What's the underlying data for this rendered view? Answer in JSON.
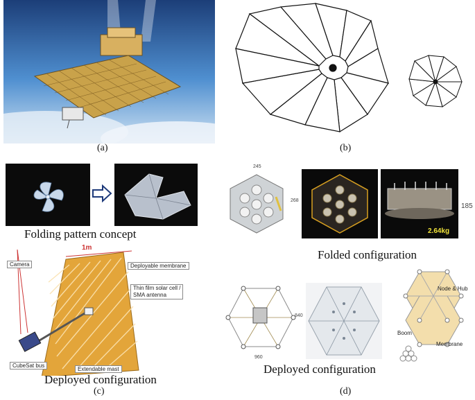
{
  "panel_a": {
    "label": "(a)"
  },
  "panel_b": {
    "label": "(b)"
  },
  "panel_c": {
    "label": "(c)",
    "concept_caption": "Folding pattern concept",
    "deployed_caption": "Deployed configuration",
    "size_label": "1m",
    "callouts": {
      "camera": "Camera",
      "deployable_membrane": "Deployable membrane",
      "thin_film": "Thin film solar cell /",
      "sma_antenna": "SMA antenna",
      "cubesat_bus": "CubeSat bus",
      "extendable_mast": "Extendable mast"
    }
  },
  "panel_d": {
    "label": "(d)",
    "folded_caption": "Folded configuration",
    "deployed_caption": "Deployed configuration",
    "dim_width": "245",
    "dim_height": "268",
    "dim_stack": "185",
    "mass_label": "2.64kg",
    "dim_deployed_w": "960",
    "dim_deployed_h": "840",
    "labels": {
      "node_hub": "Node & Hub",
      "boom": "Boom",
      "membrane": "Membrane"
    }
  },
  "colors": {
    "membrane": "#e3a53a",
    "membrane_dark": "#c9862a",
    "sky": "#4b8ed1",
    "mass_label": "#f0e23a"
  }
}
